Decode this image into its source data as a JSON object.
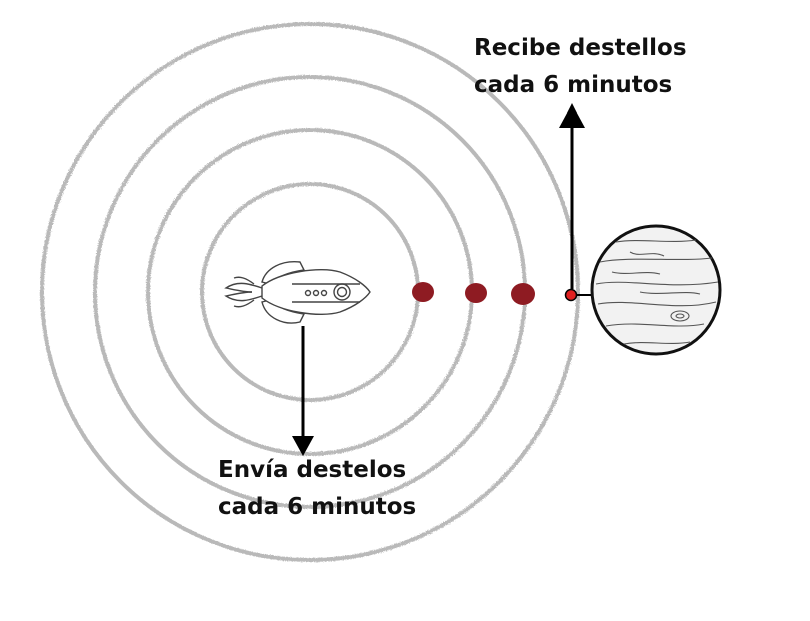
{
  "labels": {
    "receive": {
      "line1": "Recibe destellos",
      "line2": "cada 6 minutos"
    },
    "send": {
      "line1": "Envía destelos",
      "line2": "cada 6 minutos"
    }
  },
  "colors": {
    "ring": "#b9b9b9",
    "flash_dot": "#8e1b22",
    "receiver_dot": "#e02020",
    "arrow": "#000000",
    "text": "#111111"
  },
  "icons": {
    "emitter": "rocket-icon",
    "receiver": "planet-icon"
  }
}
